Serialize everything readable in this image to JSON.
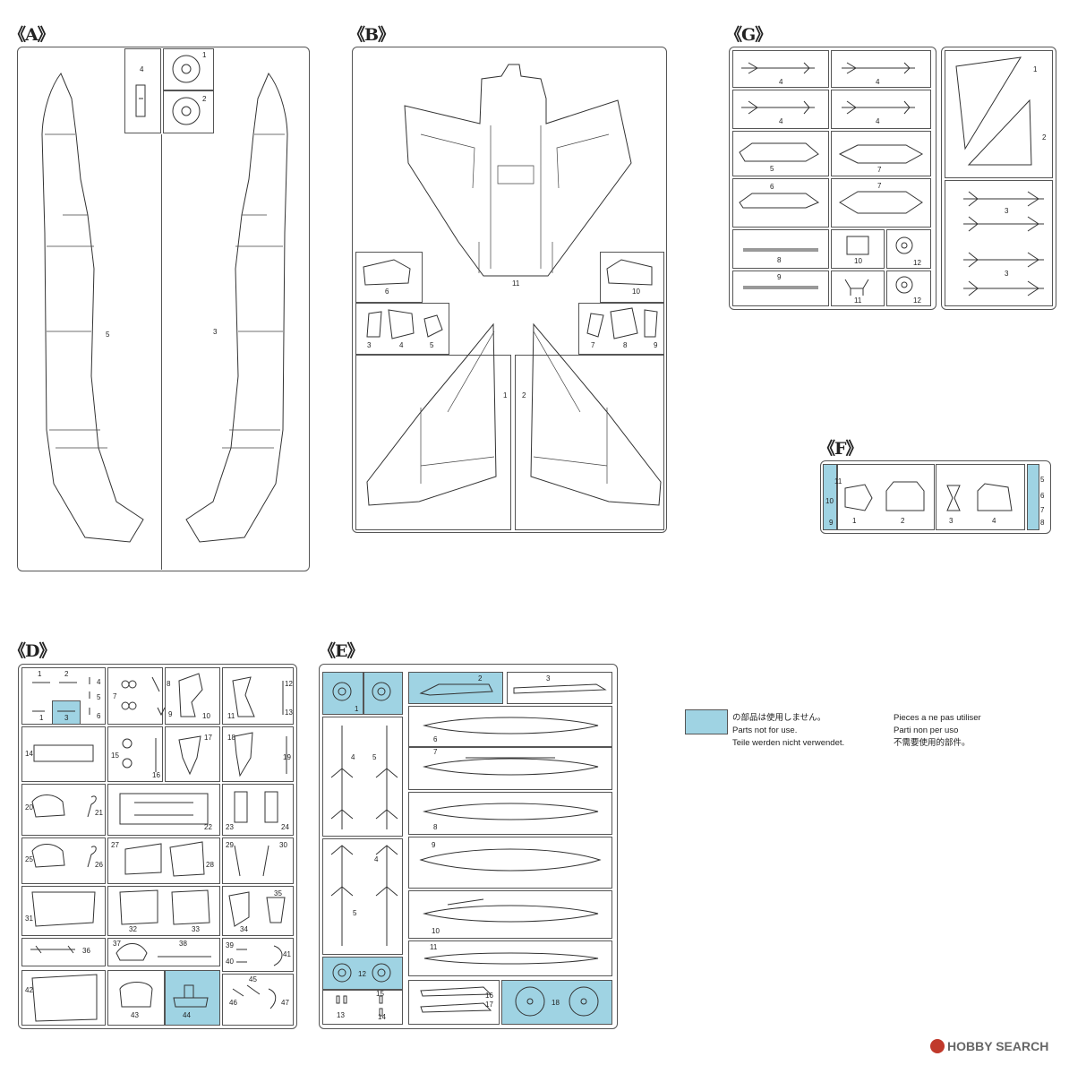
{
  "sheets": {
    "A": {
      "title": "《A》",
      "labels": {
        "p1": "1",
        "p2": "2",
        "p3": "3",
        "p4": "4",
        "p5": "5"
      }
    },
    "B": {
      "title": "《B》",
      "labels": {
        "p1": "1",
        "p2": "2",
        "p3": "3",
        "p4": "4",
        "p5": "5",
        "p6": "6",
        "p7": "7",
        "p8": "8",
        "p9": "9",
        "p10": "10",
        "p11": "11"
      }
    },
    "G": {
      "title": "《G》",
      "labels": {
        "p1": "1",
        "p2": "2",
        "p3": "3",
        "p3b": "3",
        "p4a": "4",
        "p4b": "4",
        "p4c": "4",
        "p4d": "4",
        "p5": "5",
        "p6": "6",
        "p7a": "7",
        "p7b": "7",
        "p8": "8",
        "p9": "9",
        "p10": "10",
        "p11": "11",
        "p12a": "12",
        "p12b": "12"
      }
    },
    "F": {
      "title": "《F》",
      "labels": {
        "p1": "1",
        "p2": "2",
        "p3": "3",
        "p4": "4",
        "p5": "5",
        "p6": "6",
        "p7": "7",
        "p8": "8",
        "p9": "9",
        "p10": "10",
        "p11": "11"
      }
    },
    "D": {
      "title": "《D》",
      "labels": {
        "p1": "1",
        "p2": "2",
        "p3": "3",
        "p4": "4",
        "p5": "5",
        "p6": "6",
        "p7": "7",
        "p8": "8",
        "p9": "9",
        "p10": "10",
        "p11": "11",
        "p12": "12",
        "p13": "13",
        "p14": "14",
        "p15": "15",
        "p16": "16",
        "p17": "17",
        "p18": "18",
        "p19": "19",
        "p20": "20",
        "p21": "21",
        "p22": "22",
        "p23": "23",
        "p24": "24",
        "p25": "25",
        "p26": "26",
        "p27": "27",
        "p28": "28",
        "p29": "29",
        "p30": "30",
        "p31": "31",
        "p32": "32",
        "p33": "33",
        "p34": "34",
        "p35": "35",
        "p36": "36",
        "p37": "37",
        "p38": "38",
        "p39": "39",
        "p40": "40",
        "p41": "41",
        "p42": "42",
        "p43": "43",
        "p44": "44",
        "p45": "45",
        "p46": "46",
        "p47": "47"
      }
    },
    "E": {
      "title": "《E》",
      "labels": {
        "p1": "1",
        "p2": "2",
        "p3": "3",
        "p4": "4",
        "p5": "5",
        "p4b": "4",
        "p5b": "5",
        "p6": "6",
        "p7": "7",
        "p8": "8",
        "p9": "9",
        "p10": "10",
        "p11": "11",
        "p12": "12",
        "p13": "13",
        "p14": "14",
        "p15": "15",
        "p16": "16",
        "p17": "17",
        "p18": "18"
      }
    }
  },
  "legend": {
    "ja": "の部品は使用しません。",
    "en": "Parts not for use.",
    "de": "Teile werden nicht verwendet.",
    "fr": "Pieces a ne pas utiliser",
    "it": "Parti non per uso",
    "zh": "不需要使用的部件。",
    "swatch_color": "#9fd3e3"
  },
  "watermark": {
    "text": "HOBBY SEARCH"
  }
}
